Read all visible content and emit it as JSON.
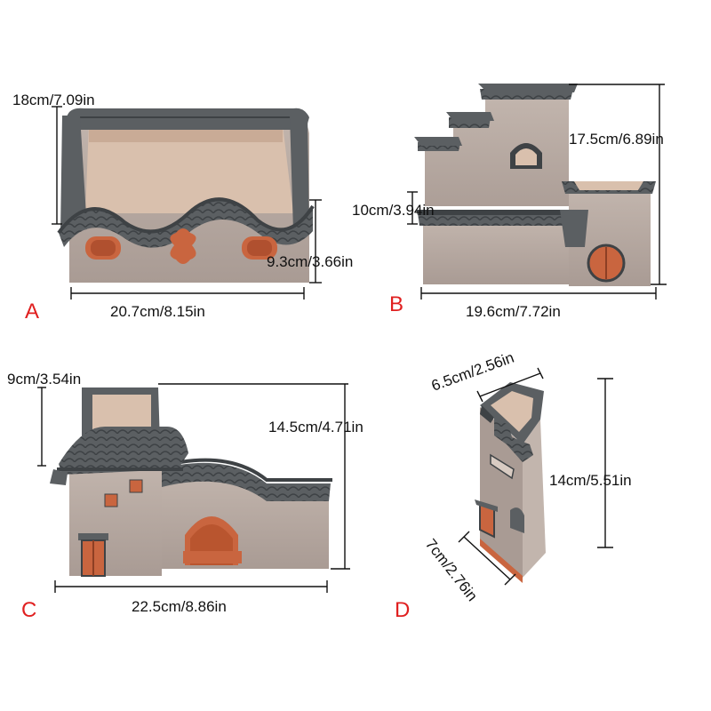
{
  "colors": {
    "letter": "#e02020",
    "ceramic": "#b7a9a1",
    "ceramic_dark": "#9e8f88",
    "roof": "#5b5f62",
    "roof_dark": "#3e4245",
    "clay": "#c9653f",
    "interior": "#d9c0ad"
  },
  "panels": {
    "a": {
      "letter": "A",
      "height_total": "18cm/7.09in",
      "height_wall": "9.3cm/3.66in",
      "width": "20.7cm/8.15in"
    },
    "b": {
      "letter": "B",
      "height_total": "17.5cm/6.89in",
      "height_wall": "10cm/3.94in",
      "width": "19.6cm/7.72in"
    },
    "c": {
      "letter": "C",
      "height_tower": "9cm/3.54in",
      "height_total": "14.5cm/4.71in",
      "width": "22.5cm/8.86in"
    },
    "d": {
      "letter": "D",
      "top_width": "6.5cm/2.56in",
      "height": "14cm/5.51in",
      "depth": "7cm/2.76in"
    }
  }
}
